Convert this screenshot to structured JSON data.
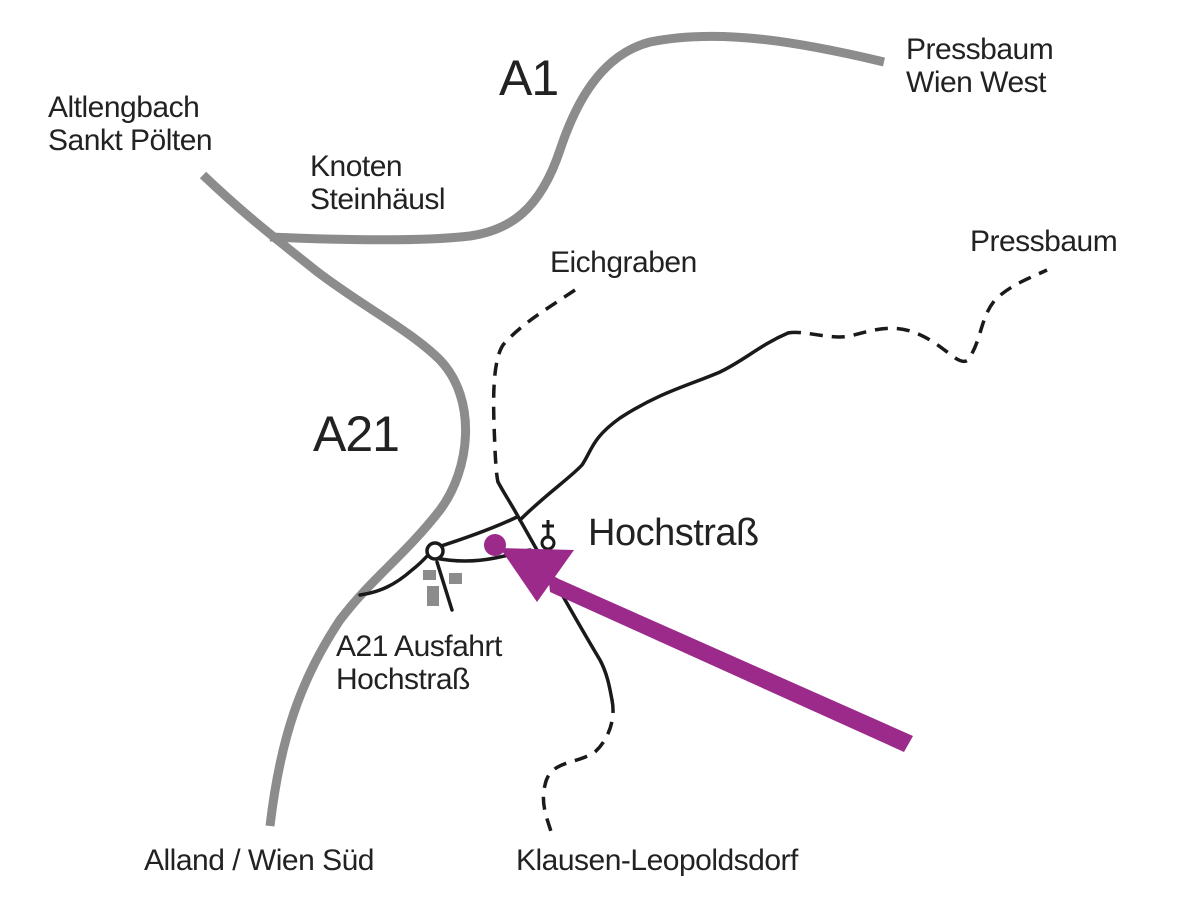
{
  "map": {
    "colors": {
      "motorway": "#8c8c8c",
      "road": "#1a1a1a",
      "marker": "#9b2a8b",
      "building": "#8c8c8c",
      "label": "#222222",
      "background": "#ffffff"
    },
    "roads": {
      "a1": "A1",
      "a21": "A21"
    },
    "destinations": {
      "pressbaum_wien_west": [
        "Pressbaum",
        "Wien West"
      ],
      "altlengbach_st_poelten": [
        "Altlengbach",
        "Sankt Pölten"
      ],
      "knoten": [
        "Knoten",
        "Steinhäusl"
      ],
      "eichgraben": "Eichgraben",
      "pressbaum": "Pressbaum",
      "exit": [
        "A21 Ausfahrt",
        "Hochstraß"
      ],
      "alland_wien_sued": "Alland / Wien Süd",
      "klausen_leopoldsdorf": "Klausen-Leopoldsdorf"
    },
    "target_place": "Hochstraß",
    "icons": {
      "church": "church-cross-icon",
      "location": "location-marker-icon",
      "arrow": "pointer-arrow-icon",
      "junction": "interchange-ring-icon"
    }
  }
}
